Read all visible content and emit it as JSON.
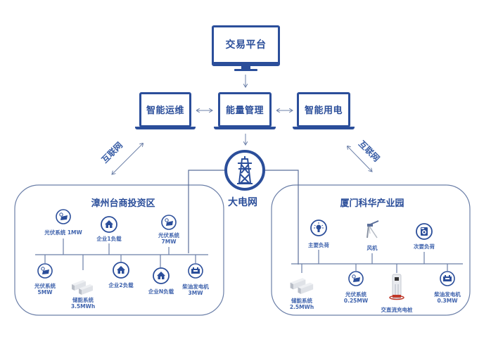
{
  "diagram": {
    "top": {
      "trading_platform": "交易平台"
    },
    "middle": {
      "smart_ops": "智能运维",
      "energy_mgmt": "能量管理",
      "smart_power": "智能用电"
    },
    "internet_label_left": "互联网",
    "internet_label_right": "互联网",
    "grid": {
      "label": "大电网"
    },
    "left_region": {
      "title": "漳州台商投资区",
      "nodes": [
        {
          "id": "pv1",
          "label": "光伏系统 1MW",
          "icon": "solar-panel-icon"
        },
        {
          "id": "ent1",
          "label": "企业1负载",
          "icon": "house-icon"
        },
        {
          "id": "pv7",
          "label": "光伏系统",
          "sub": "7MW",
          "icon": "solar-panel-icon"
        },
        {
          "id": "pv5",
          "label": "光伏系统",
          "sub": "5MW",
          "icon": "solar-panel-icon"
        },
        {
          "id": "storage",
          "label": "储能系统",
          "sub": "3.5MWh",
          "icon": "battery-storage-icon"
        },
        {
          "id": "ent2",
          "label": "企业2负载",
          "icon": "house-icon"
        },
        {
          "id": "entN",
          "label": "企业N负载",
          "icon": "house-icon"
        },
        {
          "id": "diesel",
          "label": "柴油发电机",
          "sub": "3MW",
          "icon": "generator-icon"
        }
      ]
    },
    "right_region": {
      "title": "厦门科华产业园",
      "nodes": [
        {
          "id": "main_load",
          "label": "主要负荷",
          "icon": "lightbulb-icon"
        },
        {
          "id": "wind",
          "label": "风机",
          "icon": "wind-turbine-icon"
        },
        {
          "id": "sec_load",
          "label": "次要负荷",
          "icon": "washing-machine-icon"
        },
        {
          "id": "storage",
          "label": "储能系统",
          "sub": "2.5MWh",
          "icon": "battery-storage-icon"
        },
        {
          "id": "pv",
          "label": "光伏系统",
          "sub": "0.25MW",
          "icon": "solar-panel-icon"
        },
        {
          "id": "charger",
          "label": "交直流充电桩",
          "icon": "ev-charger-icon"
        },
        {
          "id": "diesel",
          "label": "柴油发电机",
          "sub": "0.3MW",
          "icon": "generator-icon"
        }
      ]
    },
    "colors": {
      "primary": "#2b4e9a",
      "line": "#5b6f9a",
      "accent_red": "#c0392b"
    }
  }
}
